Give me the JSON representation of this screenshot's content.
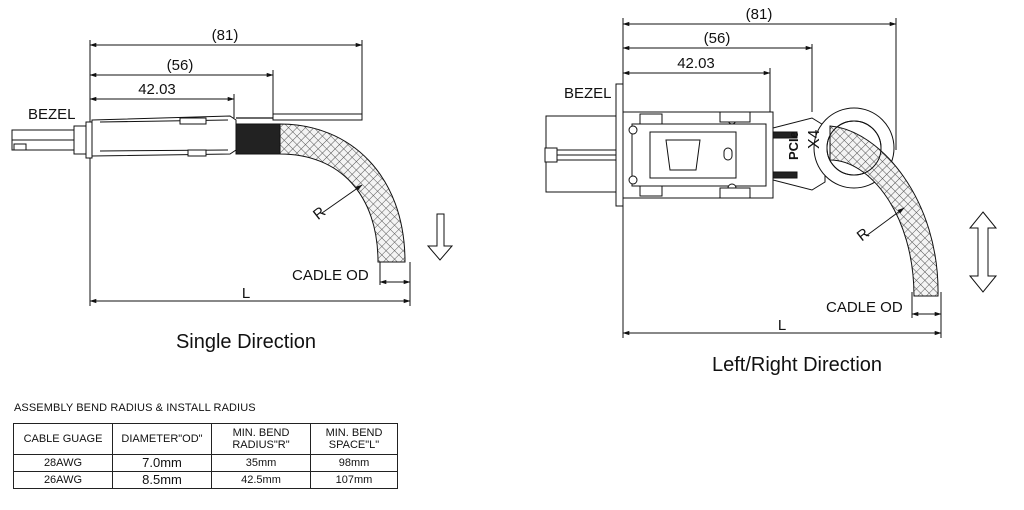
{
  "left_view": {
    "dim_81": "(81)",
    "dim_56": "(56)",
    "dim_42": "42.03",
    "bezel": "BEZEL",
    "radius": "R",
    "od": "CADLE OD",
    "length": "L",
    "caption": "Single Direction"
  },
  "right_view": {
    "dim_81": "(81)",
    "dim_56": "(56)",
    "dim_42": "42.03",
    "bezel": "BEZEL",
    "pcie": "PCIe",
    "x4": "X4",
    "radius": "R",
    "od": "CADLE OD",
    "length": "L",
    "caption": "Left/Right Direction"
  },
  "table": {
    "title": "ASSEMBLY BEND RADIUS & INSTALL RADIUS",
    "headers": [
      "CABLE GUAGE",
      "DIAMETER\"OD\"",
      "MIN. BEND RADIUS\"R\"",
      "MIN. BEND SPACE\"L\""
    ],
    "rows": [
      [
        "28AWG",
        "7.0mm",
        "35mm",
        "98mm"
      ],
      [
        "26AWG",
        "8.5mm",
        "42.5mm",
        "107mm"
      ]
    ]
  }
}
